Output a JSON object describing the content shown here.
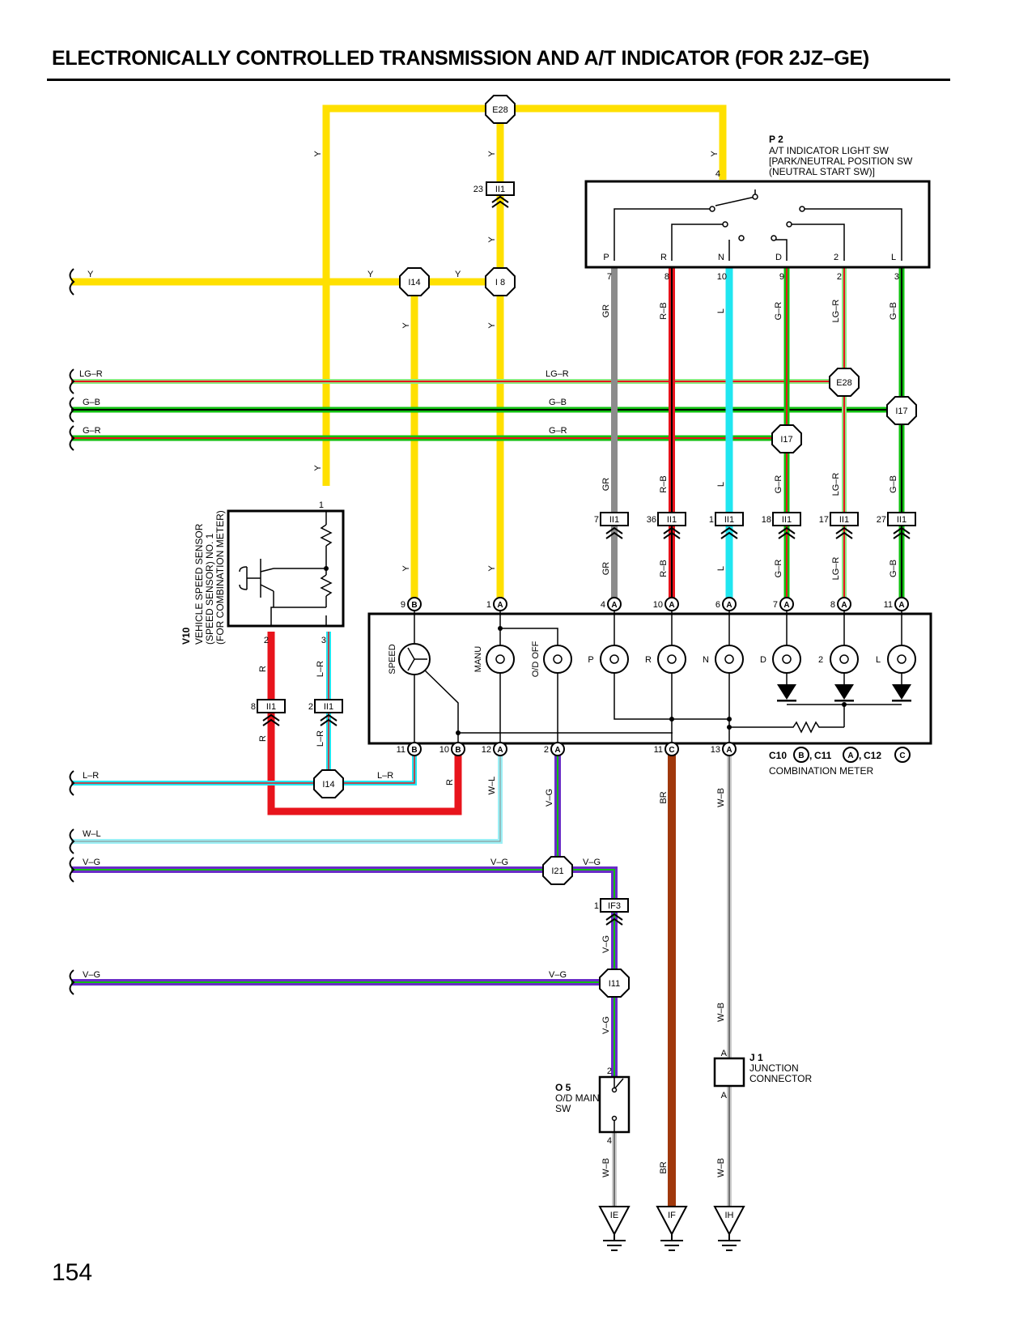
{
  "page": {
    "title": "ELECTRONICALLY CONTROLLED TRANSMISSION AND A/T INDICATOR (FOR 2JZ–GE)",
    "page_number": "154"
  },
  "colors": {
    "yellow": "#FFE000",
    "red": "#E8141C",
    "cyan": "#20E6F0",
    "green": "#10C010",
    "gray": "#8C8C8C",
    "brown": "#A0380C",
    "violet": "#6A2CC8",
    "lightgreen": "#8CE880"
  },
  "components": {
    "p2": {
      "code": "P 2",
      "name": "A/T INDICATOR LIGHT SW",
      "line2": "[PARK/NEUTRAL POSITION SW",
      "line3": "(NEUTRAL START SW)]",
      "positions": [
        "P",
        "R",
        "N",
        "D",
        "2",
        "L"
      ],
      "pins": [
        "7",
        "8",
        "10",
        "9",
        "2",
        "3"
      ],
      "input_pin": "4"
    },
    "v10": {
      "code": "V10",
      "line1": "VEHICLE SPEED SENSOR",
      "line2": "(SPEED SENSOR) NO. 1",
      "line3": "(FOR COMBINATION METER)",
      "pins": [
        "1",
        "2",
        "3"
      ]
    },
    "meter": {
      "label": "COMBINATION METER",
      "connectors": "C10",
      "c11": "C11",
      "c12": "C12",
      "gauges": [
        "SPEED",
        "MANU",
        "O/D OFF",
        "P",
        "R",
        "N",
        "D",
        "2",
        "L"
      ]
    },
    "o5": {
      "code": "O 5",
      "line1": "O/D MAIN",
      "line2": "SW",
      "pins": [
        "2",
        "4"
      ]
    },
    "j1": {
      "code": "J 1",
      "line1": "JUNCTION",
      "line2": "CONNECTOR",
      "pin": "A"
    }
  },
  "junctions": [
    "E28",
    "I14",
    "I 8",
    "I17",
    "I21",
    "I11",
    "E28",
    "I17",
    "I14"
  ],
  "connectors": [
    "II1",
    "IF3"
  ],
  "grounds": [
    "IE",
    "IF",
    "IH"
  ],
  "wires": {
    "Y": "Y",
    "LGR": "LG–R",
    "GB": "G–B",
    "GR": "G–R",
    "GRAY": "GR",
    "RB": "R–B",
    "L": "L",
    "R": "R",
    "LR": "L–R",
    "WL": "W–L",
    "VG": "V–G",
    "BR": "BR",
    "WB": "W–B"
  },
  "pin_numbers": {
    "ii1_top": "23",
    "ii1_row": [
      "7",
      "36",
      "1",
      "18",
      "17",
      "27"
    ],
    "meter_top": [
      "9",
      "1",
      "4",
      "10",
      "6",
      "7",
      "8",
      "11"
    ],
    "meter_top_conn": [
      "B",
      "A",
      "A",
      "A",
      "A",
      "A",
      "A",
      "A"
    ],
    "meter_bot": [
      "11",
      "10",
      "12",
      "2",
      "11",
      "13"
    ],
    "meter_bot_conn": [
      "B",
      "B",
      "A",
      "A",
      "C",
      "A"
    ],
    "v10_ii1": [
      "8",
      "2"
    ],
    "if3": "1",
    "o5_top": "2",
    "o5_bot": "4",
    "j1_a": "A",
    "j1_b": "A",
    "conn_b": "B",
    "conn_a": "A",
    "conn_c": "C",
    "comma1": ",",
    "comma2": ","
  }
}
